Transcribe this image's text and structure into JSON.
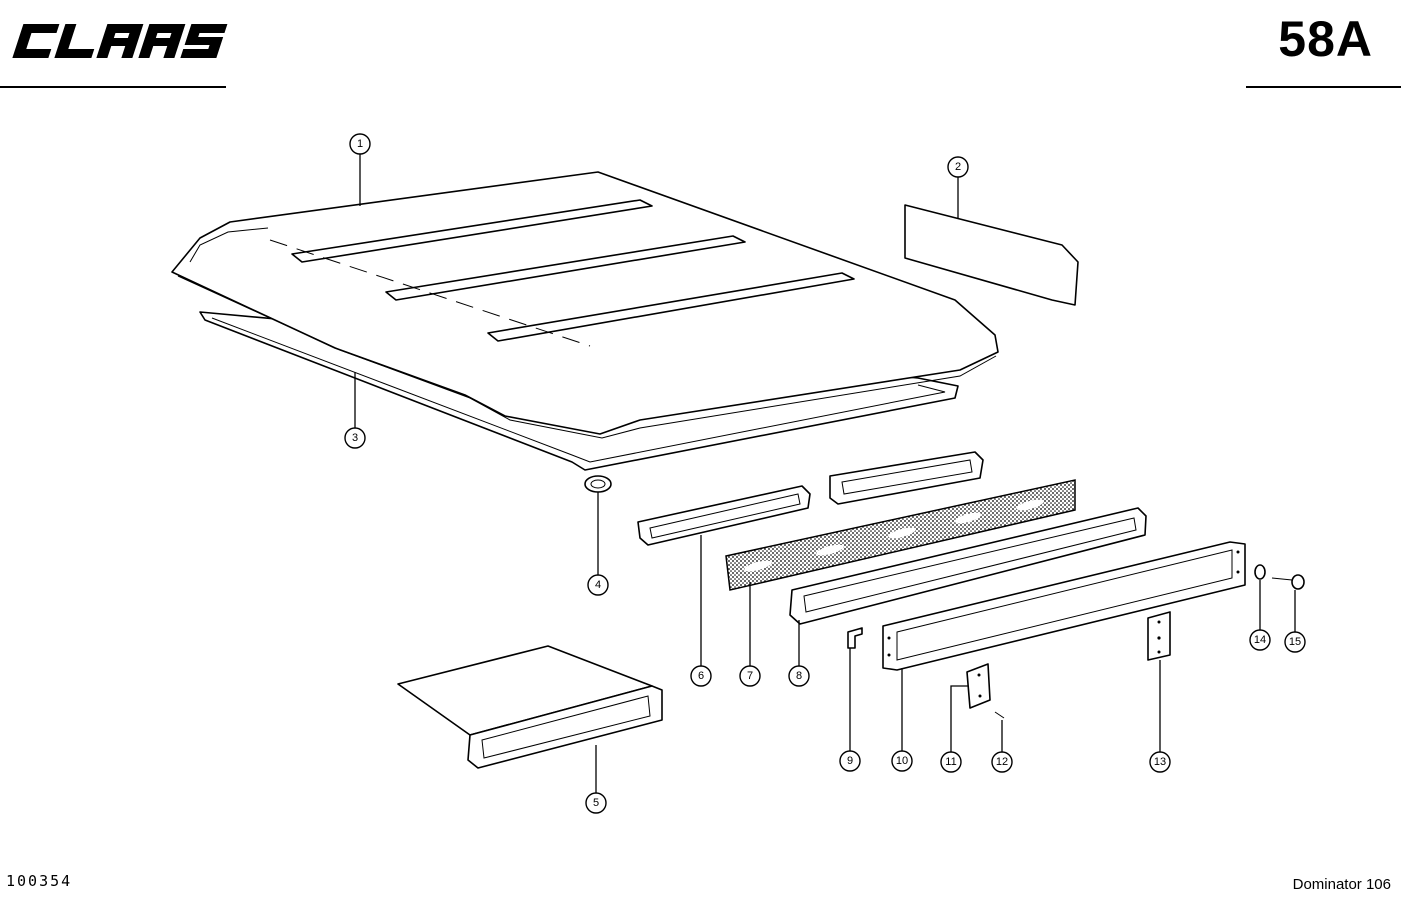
{
  "header": {
    "brand": "CLAAS",
    "page_number": "58A"
  },
  "footer": {
    "document_number": "100354",
    "model": "Dominator 106"
  },
  "callouts": [
    "1",
    "2",
    "3",
    "4",
    "5",
    "6",
    "7",
    "8",
    "9",
    "10",
    "11",
    "12",
    "13",
    "14",
    "15"
  ],
  "colors": {
    "ink": "#000000",
    "paper": "#ffffff"
  }
}
